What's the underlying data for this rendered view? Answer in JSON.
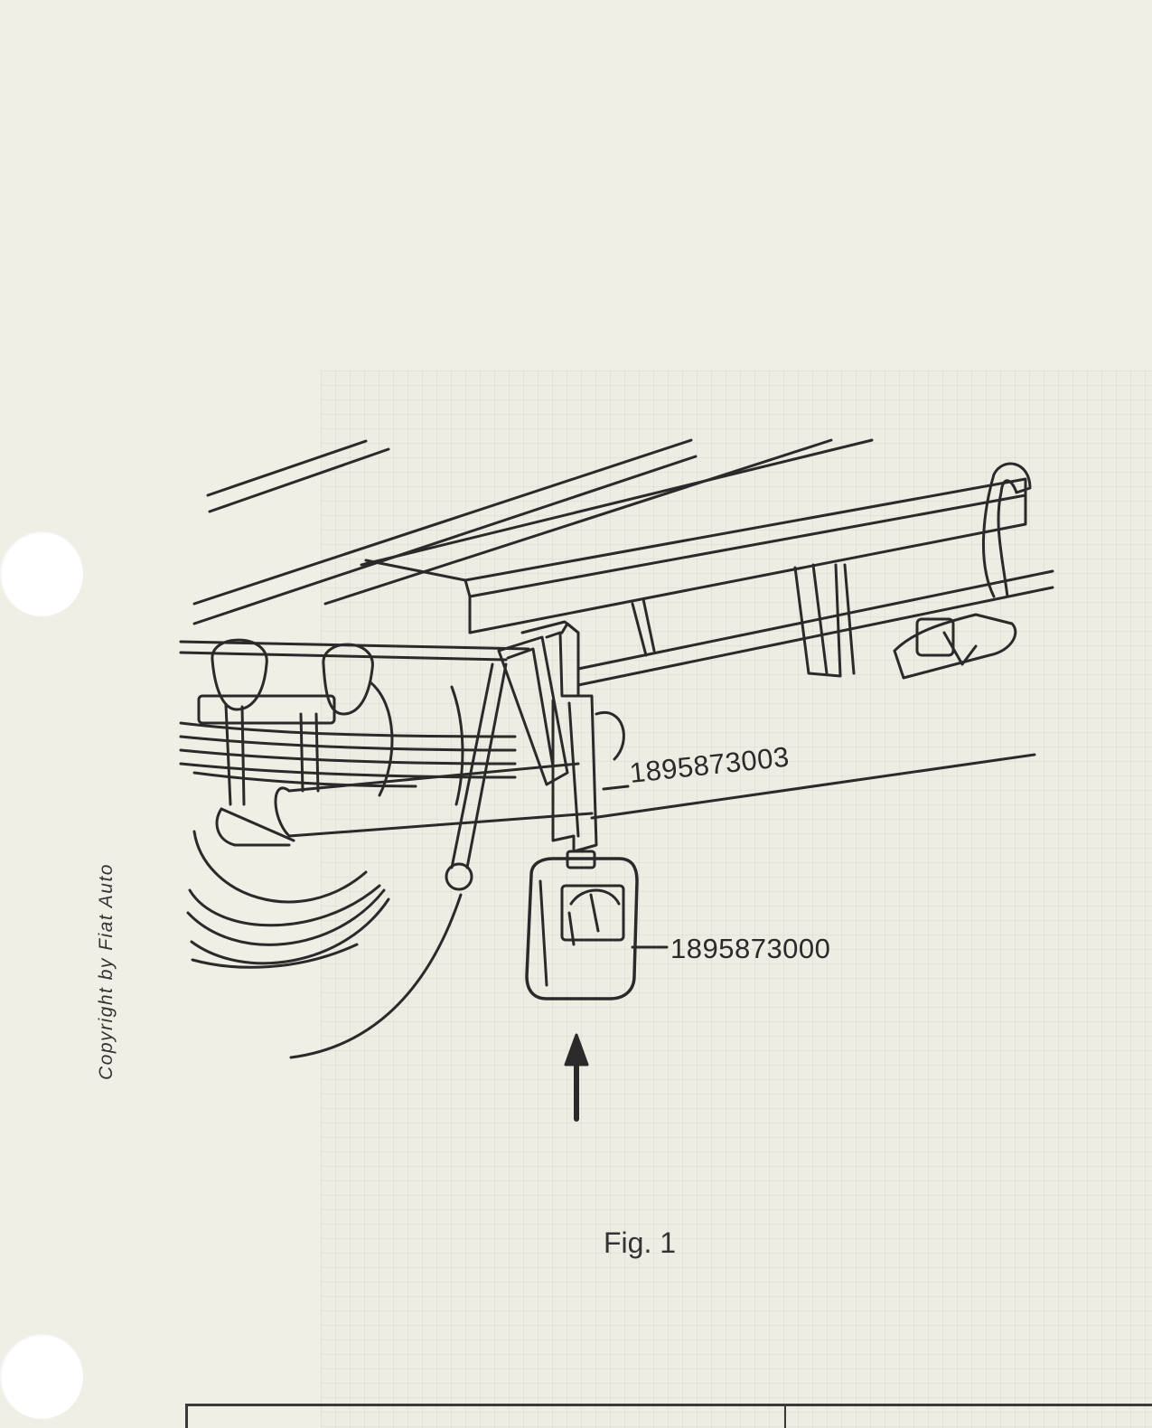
{
  "sidebar": {
    "copyright": "Copyright by Fiat Auto"
  },
  "figure": {
    "labels": {
      "bracket_tool": "1895873003",
      "gauge_tool": "1895873000"
    },
    "caption": "Fig. 1"
  },
  "colors": {
    "paper": "#f0efe6",
    "ink": "#2a2a2a"
  }
}
